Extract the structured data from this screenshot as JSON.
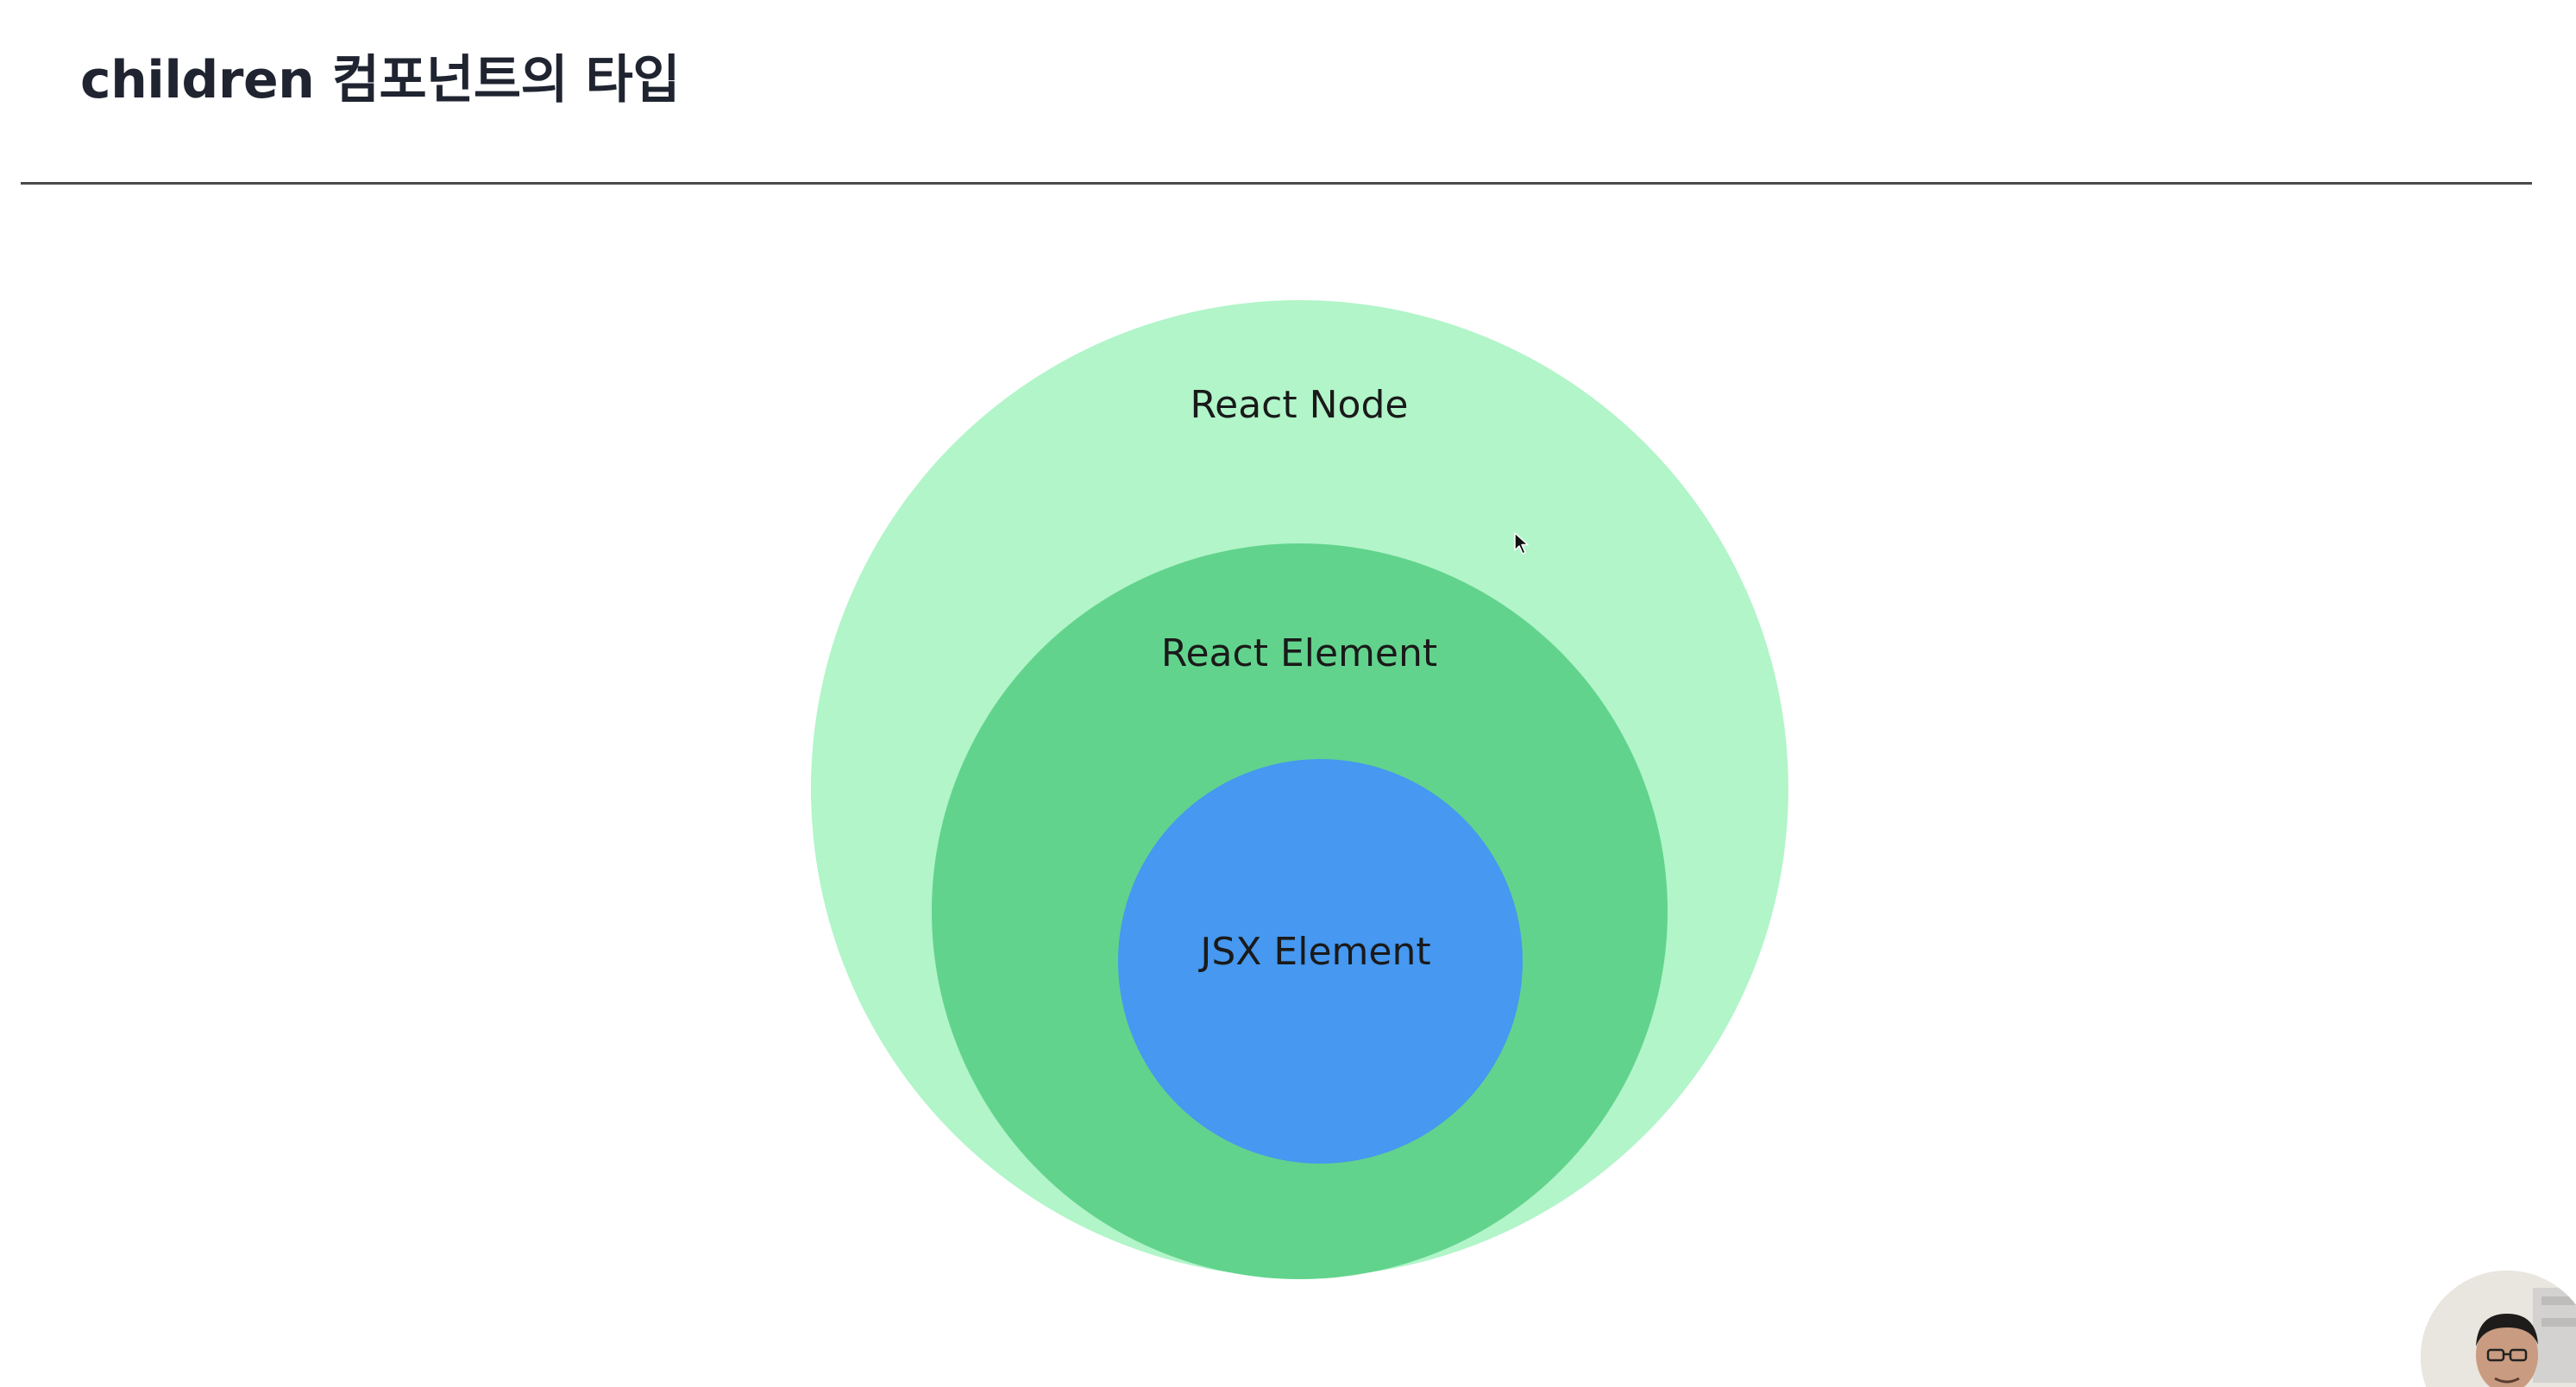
{
  "slide": {
    "title": "children 컴포넌트의 타입"
  },
  "diagram": {
    "type": "nested-circles",
    "rings": [
      {
        "label": "React Node",
        "color": "#b1f5c9"
      },
      {
        "label": "React Element",
        "color": "#62d38c"
      },
      {
        "label": "JSX Element",
        "color": "#4698f0"
      }
    ]
  },
  "icons": {
    "cursor": "mouse-pointer-icon",
    "presenter": "presenter-webcam"
  }
}
